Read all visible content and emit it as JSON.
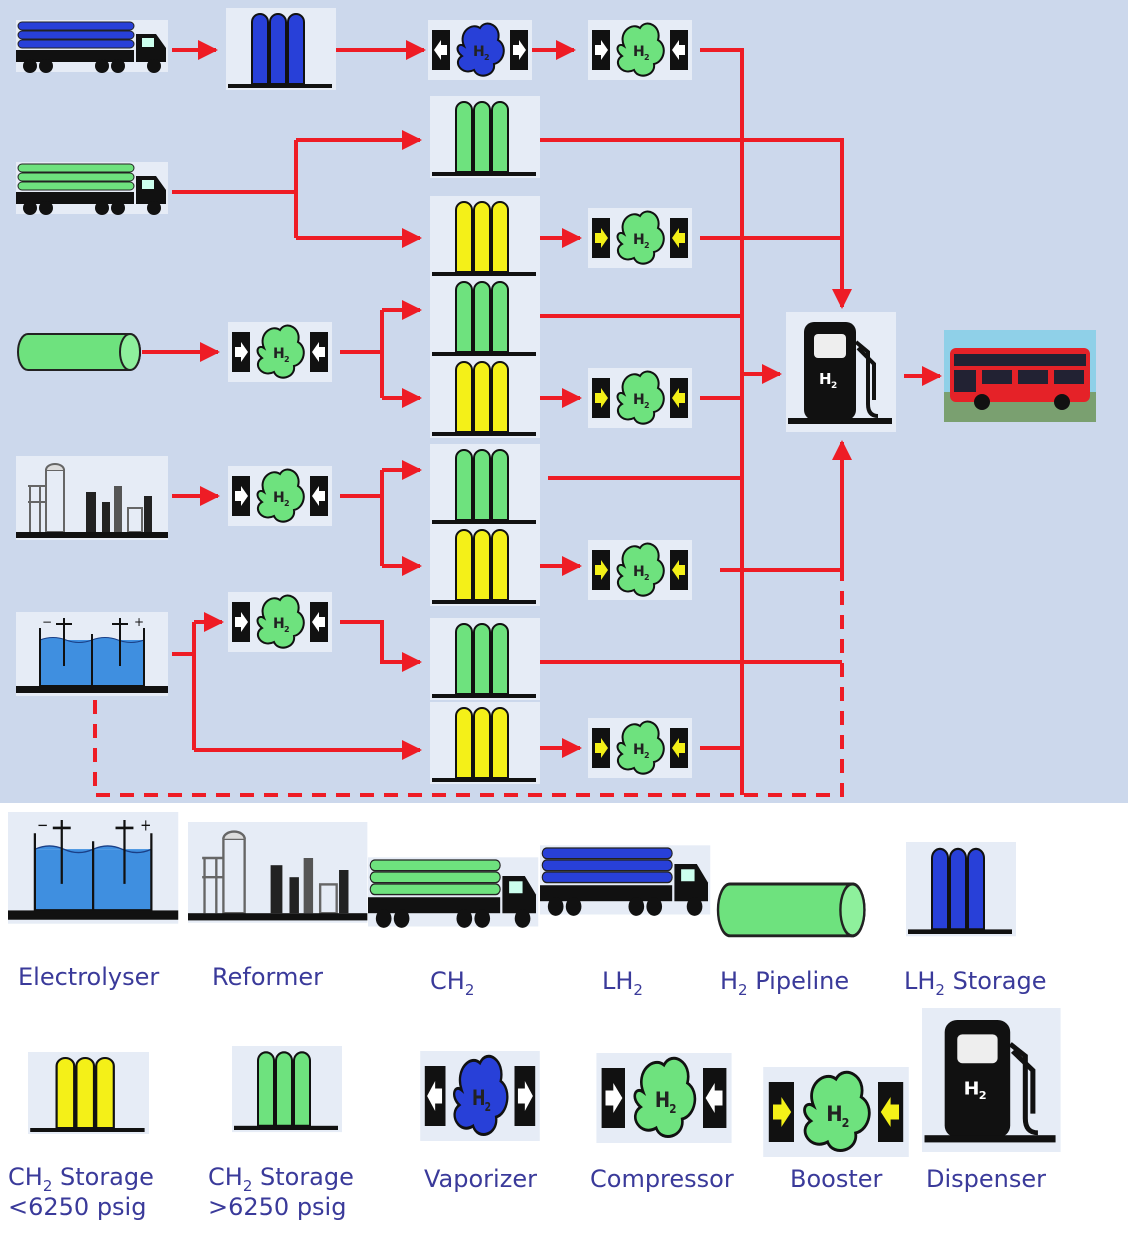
{
  "colors": {
    "background": "#ccd8ec",
    "arrow": "#ee1c25",
    "lh2_blue": "#2840d8",
    "ch2_green": "#6ee27e",
    "ch2_yellow": "#f4f018",
    "label_text": "#3a3a9a"
  },
  "icon_names": [
    "truck-icon",
    "tank-icon",
    "compressor-icon",
    "vaporizer-icon",
    "booster-icon",
    "pipeline-icon",
    "reformer-icon",
    "electrolyser-icon",
    "dispenser-icon",
    "bus-icon"
  ],
  "h2_symbol": {
    "letter": "H",
    "subscript": "2"
  },
  "legend": {
    "electrolyser": "Electrolyser",
    "reformer": "Reformer",
    "ch2": {
      "main": "CH",
      "sub": "2"
    },
    "lh2": {
      "main": "LH",
      "sub": "2"
    },
    "pipeline": {
      "main": "H",
      "sub": "2",
      "rest": " Pipeline"
    },
    "lh2_storage": {
      "main": "LH",
      "sub": "2",
      "rest": " Storage"
    },
    "ch2_storage_low": {
      "main": "CH",
      "sub": "2",
      "rest": " Storage",
      "line2": "<6250 psig"
    },
    "ch2_storage_high": {
      "main": "CH",
      "sub": "2",
      "rest": " Storage",
      "line2": ">6250 psig"
    },
    "vaporizer": "Vaporizer",
    "compressor": "Compressor",
    "booster": "Booster",
    "dispenser": "Dispenser"
  }
}
